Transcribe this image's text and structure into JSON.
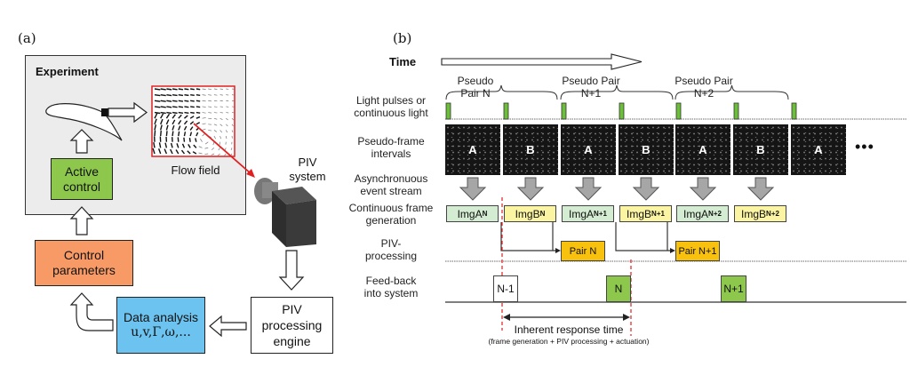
{
  "panel_a": {
    "label": "(a)",
    "experiment_title": "Experiment",
    "flow_field_label": "Flow field",
    "piv_system_label_line1": "PIV",
    "piv_system_label_line2": "system",
    "active_control_line1": "Active",
    "active_control_line2": "control",
    "control_params_line1": "Control",
    "control_params_line2": "parameters",
    "data_analysis_line1": "Data analysis",
    "data_analysis_line2": "u,v,Γ,ω,...",
    "piv_engine_line1": "PIV",
    "piv_engine_line2": "processing",
    "piv_engine_line3": "engine",
    "colors": {
      "active_control": "#8dc84d",
      "control_params": "#f79a66",
      "data_analysis": "#6cc3ef",
      "experiment_bg": "#ececec",
      "flow_border": "#e02020",
      "red_arrow": "#e02020"
    }
  },
  "panel_b": {
    "label": "(b)",
    "time_label": "Time",
    "pseudo_pairs": [
      "Pseudo Pair N",
      "Pseudo Pair N+1",
      "Pseudo Pair N+2"
    ],
    "row_labels": {
      "light_1": "Light pulses or",
      "light_2": "continuous light",
      "frames_1": "Pseudo-frame",
      "frames_2": "intervals",
      "events_1": "Asynchronuous",
      "events_2": "event stream",
      "gen_1": "Continuous frame",
      "gen_2": "generation",
      "piv_1": "PIV-",
      "piv_2": "processing",
      "fb_1": "Feed-back",
      "fb_2": "into system"
    },
    "frames": [
      "A",
      "B",
      "A",
      "B",
      "A",
      "B",
      "A"
    ],
    "ellipsis": "•••",
    "img_boxes": [
      {
        "base": "ImgA",
        "sub": "N",
        "type": "A"
      },
      {
        "base": "ImgB",
        "sub": "N",
        "type": "B"
      },
      {
        "base": "ImgA",
        "sub": "N+1",
        "type": "A"
      },
      {
        "base": "ImgB",
        "sub": "N+1",
        "type": "B"
      },
      {
        "base": "ImgA",
        "sub": "N+2",
        "type": "A"
      },
      {
        "base": "ImgB",
        "sub": "N+2",
        "type": "B"
      }
    ],
    "pairs": [
      "Pair N",
      "Pair N+1"
    ],
    "feedback": [
      "N-1",
      "N",
      "N+1"
    ],
    "response_time_label": "Inherent response time",
    "response_time_detail": "(frame generation + PIV processing + actuation)",
    "colors": {
      "pulse": "#6cbf3a",
      "img_a": "#d4ecd2",
      "img_b": "#fbf4a2",
      "pair": "#f8c10d",
      "feedback_active": "#8dc84d",
      "event_arrow": "#a6a6a6",
      "red_dash": "#e02020"
    }
  }
}
